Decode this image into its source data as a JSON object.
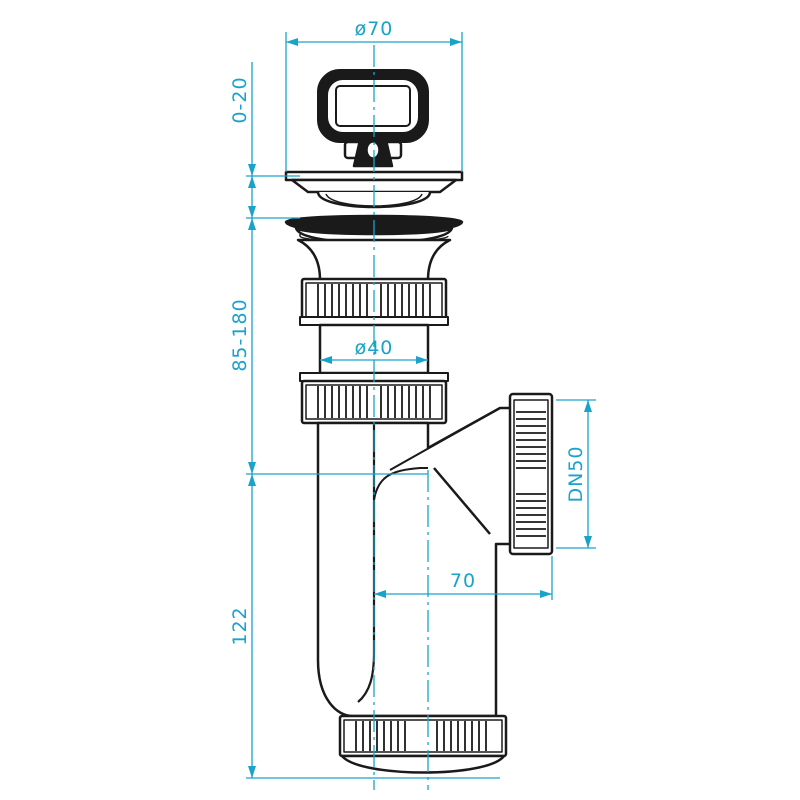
{
  "dimensions": {
    "top_diameter": "ø70",
    "pipe_diameter": "ø40",
    "plug_height": "0-20",
    "trap_height": "85-180",
    "lower_height": "122",
    "outlet_offset": "70",
    "outlet_size": "DN50"
  },
  "colors": {
    "dimension": "#1aa3c9",
    "outline": "#1a1a1a",
    "fill": "#ffffff"
  }
}
